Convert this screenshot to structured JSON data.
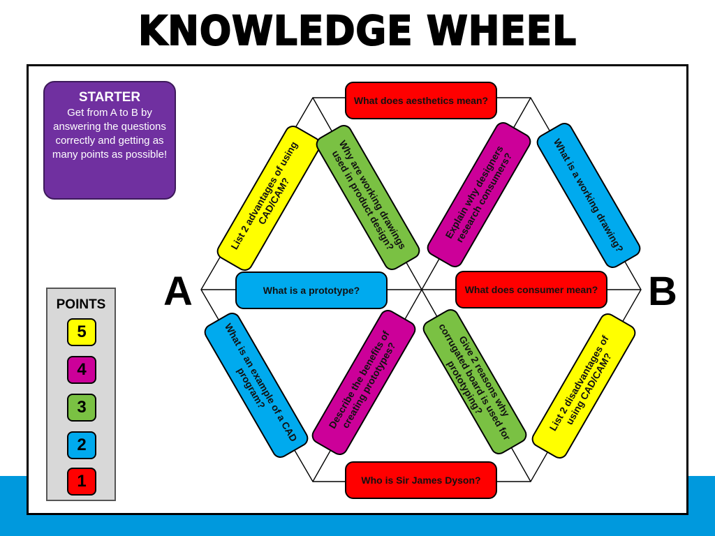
{
  "title": "KNOWLEDGE WHEEL",
  "starter": {
    "title": "STARTER",
    "body": "Get from A to B by answering the questions correctly and getting as many points as possible!"
  },
  "points": {
    "title": "POINTS",
    "levels": [
      {
        "value": "5",
        "color": "#ffff00"
      },
      {
        "value": "4",
        "color": "#cc0099"
      },
      {
        "value": "3",
        "color": "#7ac143"
      },
      {
        "value": "2",
        "color": "#00aaee"
      },
      {
        "value": "1",
        "color": "#ff0000"
      }
    ]
  },
  "start_label": "A",
  "end_label": "B",
  "questions": {
    "top": "What does aesthetics mean?",
    "upper_left_outer": "List 2 advantages of using CAD/CAM?",
    "upper_left_inner": "Why are working drawings used in product design?",
    "upper_right_inner": "Explain why designers research consumers?",
    "upper_right_outer": "What is a working drawing?",
    "middle_left": "What is a prototype?",
    "middle_right": "What does consumer mean?",
    "lower_left_outer": "What is an example of a CAD program?",
    "lower_left_inner": "Describe the benefits of creating prototypes?",
    "lower_right_inner": "Give 2 reasons why corrugated board is used for prototyping?",
    "lower_right_outer": "List 2 disadvantages of using CAD/CAM?",
    "bottom": "Who is Sir James Dyson?"
  },
  "colors": {
    "yellow": "#ffff00",
    "magenta": "#cc0099",
    "green": "#7ac143",
    "blue": "#00aaee",
    "red": "#ff0000",
    "purple": "#7030a0",
    "band": "#0099dd"
  }
}
